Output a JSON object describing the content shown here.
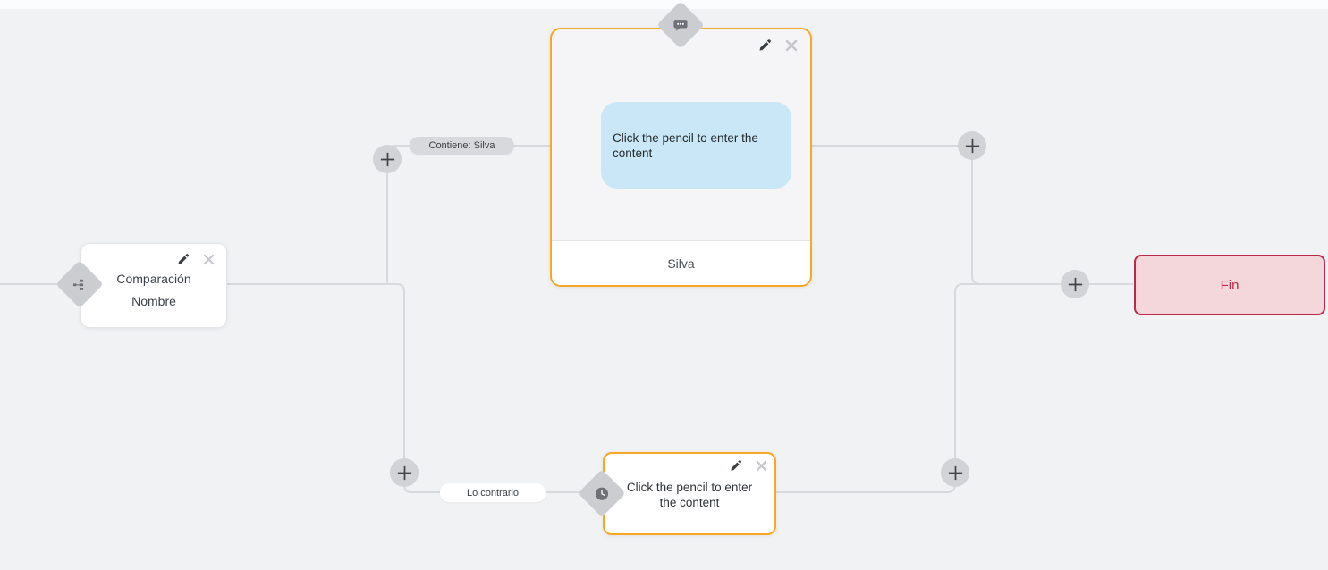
{
  "colors": {
    "canvas-bg": "#f1f2f4",
    "edge": "#d8d9dc",
    "accent-orange": "#f6a723",
    "node-border": "#e3e4e8",
    "text-main": "#3e434a",
    "plus-bg": "#d2d3d7",
    "diamond-bg": "#cbcdd1",
    "icon-dark": "#6e7177",
    "bubble-blue": "#c9e7f6",
    "node-body": "#f5f5f7",
    "end-bg": "#f3d7db",
    "end-accent": "#bb2b49",
    "pill-gray": "#d8d9dd",
    "pill-white": "#ffffff",
    "close-gray": "#c5c6ca"
  },
  "nodes": {
    "comparison": {
      "line1": "Comparación",
      "line2": "Nombre"
    },
    "message": {
      "bubble_text": "Click the pencil to enter the content",
      "footer": "Silva"
    },
    "wait": {
      "text": "Click the pencil to enter the content"
    },
    "end": {
      "label": "Fin"
    }
  },
  "edges": {
    "true_label": "Contiene: Silva",
    "false_label": "Lo contrario"
  },
  "icons": [
    "branch-icon",
    "chat-bubble-icon",
    "clock-icon",
    "pencil-icon",
    "close-icon",
    "plus-icon"
  ]
}
